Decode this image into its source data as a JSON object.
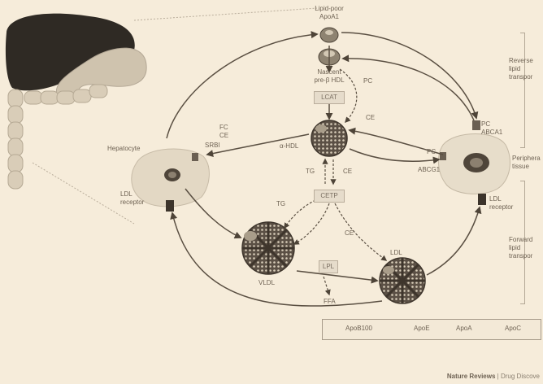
{
  "labels": {
    "lipid_poor_apoa1": "Lipid-poor\nApoA1",
    "nascent_hdl": "Nascent\npre-β HDL",
    "pc_top": "PC",
    "ce_top": "CE",
    "lcat": "LCAT",
    "pc_abca1": "PC",
    "abca1": "ABCA1",
    "fc_left": "FC",
    "ce_left": "CE",
    "sr_b1": "SRBI",
    "hepatocyte": "Hepatocyte",
    "alpha_hdl": "α-HDL",
    "pc_abcg1": "PC",
    "abcg1": "ABCG1",
    "peripheral_tissue": "Periphera\ntissue",
    "tg_left": "TG",
    "ce_mid": "CE",
    "cetp": "CETP",
    "tg_lower": "TG",
    "ce_lower": "CE",
    "ldl_receptor_left": "LDL\nreceptor",
    "ldl_receptor_right": "LDL\nreceptor",
    "vldl": "VLDL",
    "lpl": "LPL",
    "ldl": "LDL",
    "ffa": "FFA",
    "reverse_transport": "Reverse\nlipid\ntranspor",
    "forward_transport": "Forward\nlipid\ntranspor"
  },
  "legend": {
    "apob100": "ApoB100",
    "apoe": "ApoE",
    "apoa": "ApoA",
    "apoc": "ApoC"
  },
  "footer": {
    "journal": "Nature Reviews",
    "section": "| Drug Discove"
  },
  "colors": {
    "background": "#f6ecda",
    "organ_dark": "#2f2a24",
    "arrow": "#5a4f42",
    "particle": "#4a4036"
  }
}
